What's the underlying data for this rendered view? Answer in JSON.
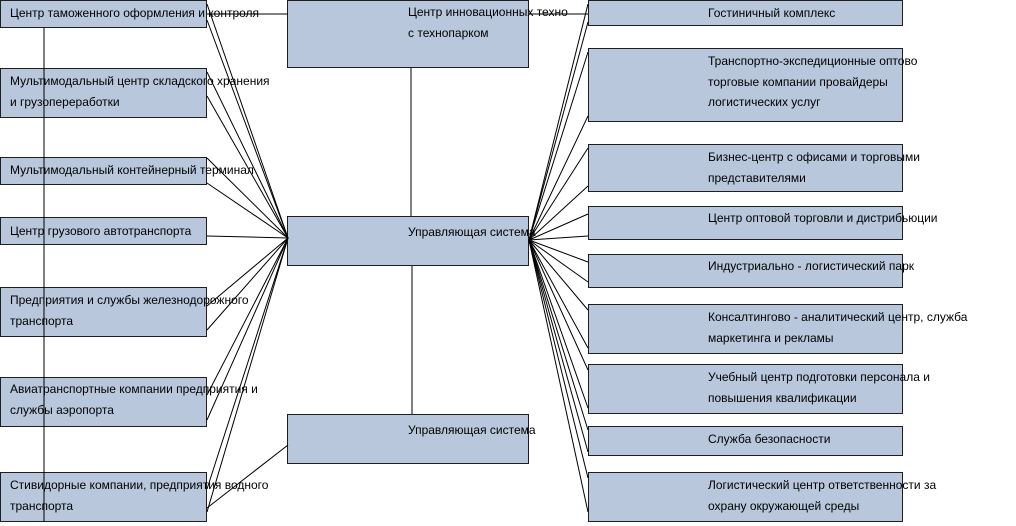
{
  "colors": {
    "box_fill": "#b8c7dc",
    "box_border": "#1f1f1f",
    "line": "#000000"
  },
  "center": [
    {
      "text": "Центр инновационных техно\nс технопарком"
    },
    {
      "text": "Управляющая система"
    },
    {
      "text": "Управляющая система"
    }
  ],
  "left": [
    {
      "text": "Центр таможенного оформления и контроля"
    },
    {
      "text": "Мультимодальный центр складского хранения\nи грузопереработки"
    },
    {
      "text": "Мультимодальный контейнерный терминал"
    },
    {
      "text": "Центр грузового автотранспорта"
    },
    {
      "text": "Предприятия и службы железнодорожного\nтранспорта"
    },
    {
      "text": "Авиатранспортные компании предприятия и\nслужбы аэропорта"
    },
    {
      "text": "Стивидорные компании, предприятия водного\nтранспорта"
    }
  ],
  "right": [
    {
      "text": "Гостиничный комплекс"
    },
    {
      "text": "Транспортно-экспедиционные оптово\nторговые компании провайдеры\nлогистических услуг"
    },
    {
      "text": "Бизнес-центр с офисами и торговыми\nпредставителями"
    },
    {
      "text": "Центр оптовой торговли и дистрибьюции"
    },
    {
      "text": "Индустриально - логистический парк"
    },
    {
      "text": "Консалтингово - аналитический центр, служба\nмаркетинга и рекламы"
    },
    {
      "text": "Учебный центр подготовки персонала и\nповышения квалификации"
    },
    {
      "text": "Служба безопасности"
    },
    {
      "text": "Логистический центр ответственности за\nохрану окружающей среды"
    }
  ]
}
